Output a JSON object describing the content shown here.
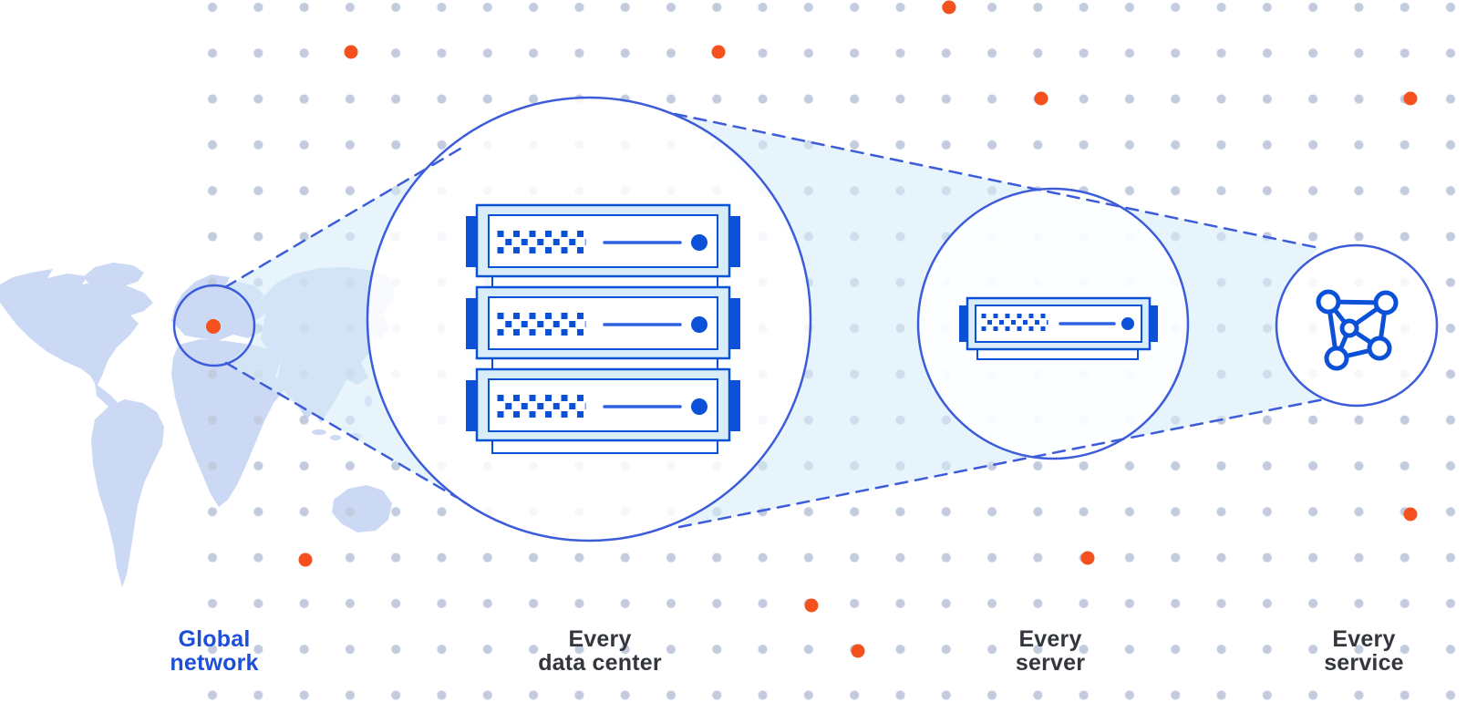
{
  "stages": [
    {
      "id": "global-network",
      "line1": "Global",
      "line2": "network",
      "emphasized": true
    },
    {
      "id": "every-data-center",
      "line1": "Every",
      "line2": "data center",
      "emphasized": false
    },
    {
      "id": "every-server",
      "line1": "Every",
      "line2": "server",
      "emphasized": false
    },
    {
      "id": "every-service",
      "line1": "Every",
      "line2": "service",
      "emphasized": false
    }
  ],
  "icons": [
    "world-map",
    "datacenter-stack-icon",
    "server-icon",
    "mesh-network-icon",
    "location-marker-dot"
  ],
  "colors": {
    "accent_blue": "#3d5cda",
    "deep_blue": "#0b51d8",
    "line_blue": "#2e62e2",
    "chassis": "#d8edf8",
    "beam": "#d5ecf8",
    "dot_gray": "#c3cbde",
    "orange": "#f4511e",
    "map_fill": "#ccd9f4",
    "label_dark": "#33363c",
    "label_blue": "#1d4fd8"
  }
}
